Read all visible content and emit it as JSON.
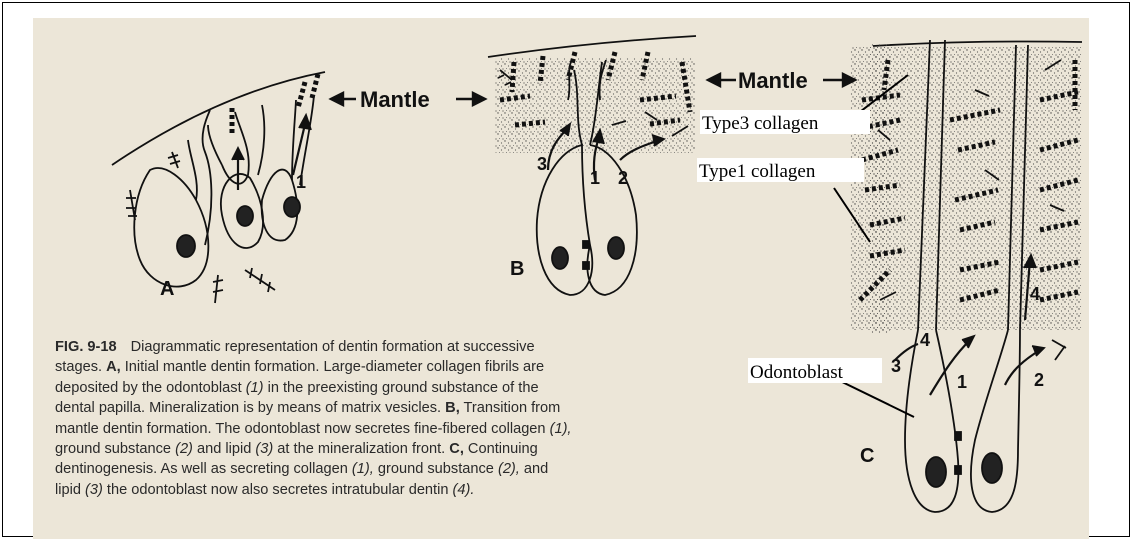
{
  "labels": {
    "mantle_left": "Mantle",
    "mantle_right": "Mantle",
    "panel_a": "A",
    "panel_b": "B",
    "panel_c": "C",
    "num_1": "1",
    "num_2": "2",
    "num_3": "3",
    "num_4": "4"
  },
  "annotations": {
    "type3": "Type3 collagen",
    "type1": "Type1 collagen",
    "odontoblast": "Odontoblast"
  },
  "caption": {
    "figno": "FIG. 9-18",
    "l1": "Diagrammatic representation of dentin formation at successive",
    "l2_pre": "stages. ",
    "l2_a": "A,",
    "l2_post": " Initial mantle dentin formation. Large-diameter collagen fibrils are",
    "l3_pre": "deposited by the odontoblast ",
    "l3_i": "(1)",
    "l3_post": " in the preexisting ground substance of the",
    "l4": "dental papilla. Mineralization is by means of matrix vesicles.",
    "l4_b": "B,",
    "l4_post": " Transition from",
    "l5_pre": "mantle dentin formation. The odontoblast now secretes fine-fibered collagen ",
    "l5_i": "(1),",
    "l6_pre": "ground substance ",
    "l6_i1": "(2)",
    "l6_mid": " and lipid ",
    "l6_i2": "(3)",
    "l6_post": " at the mineralization front.",
    "l6_c": "C,",
    "l6_post2": " Continuing",
    "l7_pre": "dentinogenesis. As well as secreting collagen ",
    "l7_i1": "(1),",
    "l7_mid": " ground substance ",
    "l7_i2": "(2),",
    "l7_post": " and",
    "l8_pre": "lipid ",
    "l8_i1": "(3)",
    "l8_mid": " the odontoblast now also secretes intratubular dentin ",
    "l8_i2": "(4)."
  }
}
